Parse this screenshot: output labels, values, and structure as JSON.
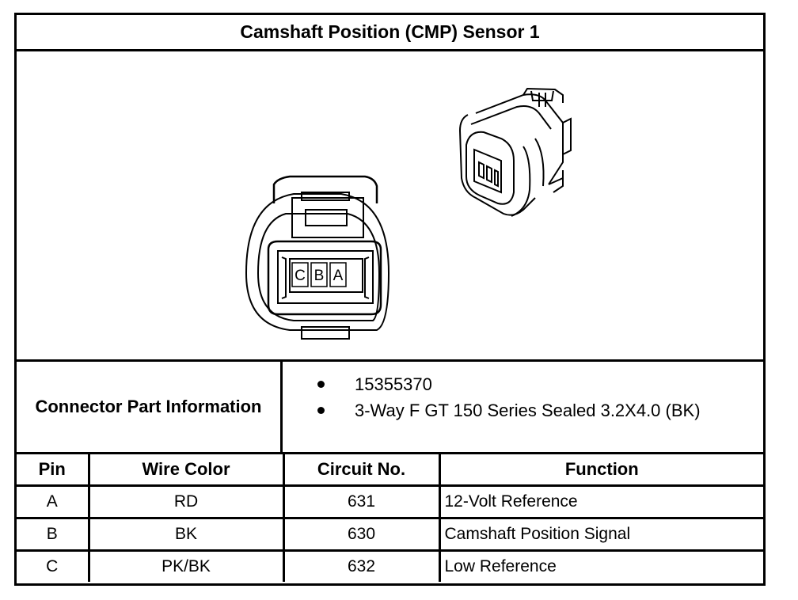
{
  "title": "Camshaft Position (CMP) Sensor 1",
  "figure": {
    "pin_labels": [
      "C",
      "B",
      "A"
    ]
  },
  "part_info": {
    "label": "Connector Part Information",
    "items": [
      "15355370",
      "3-Way F GT 150 Series Sealed 3.2X4.0 (BK)"
    ]
  },
  "table": {
    "headers": [
      "Pin",
      "Wire Color",
      "Circuit No.",
      "Function"
    ],
    "rows": [
      [
        "A",
        "RD",
        "631",
        "12-Volt Reference"
      ],
      [
        "B",
        "BK",
        "630",
        "Camshaft Position Signal"
      ],
      [
        "C",
        "PK/BK",
        "632",
        "Low Reference"
      ]
    ]
  }
}
